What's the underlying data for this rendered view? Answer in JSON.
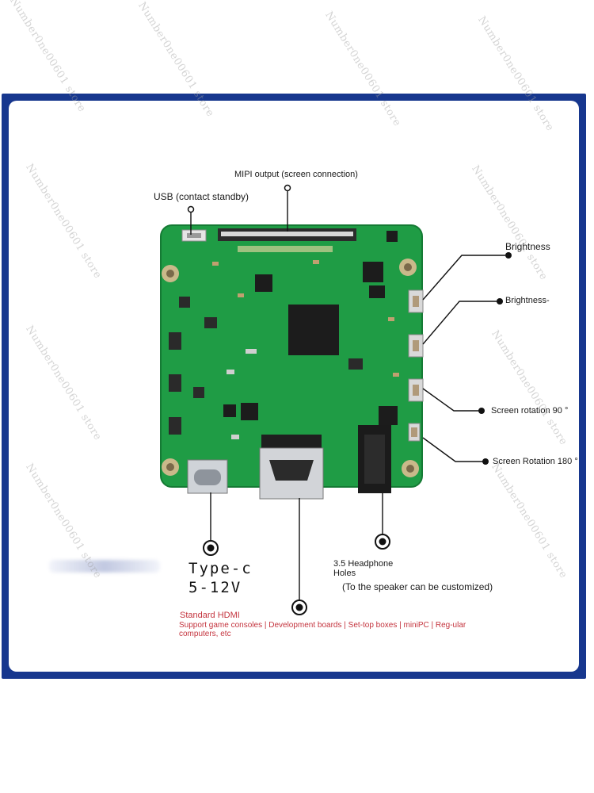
{
  "watermark": "Number0ne00601 store",
  "labels": {
    "mipi": "MIPI output (screen connection)",
    "usb": "USB (contact standby)",
    "brightness_plus_1": "Brightness",
    "brightness_plus_2": "+",
    "brightness_minus": "Brightness-",
    "rotation_90": "Screen rotation 90 °",
    "rotation_180": "Screen Rotation 180 °",
    "typec_1": "Type-c",
    "typec_2": "5-12V",
    "headphone_1": "3.5 Headphone",
    "headphone_2": "Holes",
    "headphone_note": "(To the speaker can be customized)",
    "hdmi_title": "Standard HDMI",
    "hdmi_desc": "Support game consoles | Development boards | Set-top boxes | miniPC | Reg-ular computers, etc"
  },
  "colors": {
    "frame": "#17378e",
    "board": "#1f9c45",
    "accent_red": "#c4343e"
  }
}
